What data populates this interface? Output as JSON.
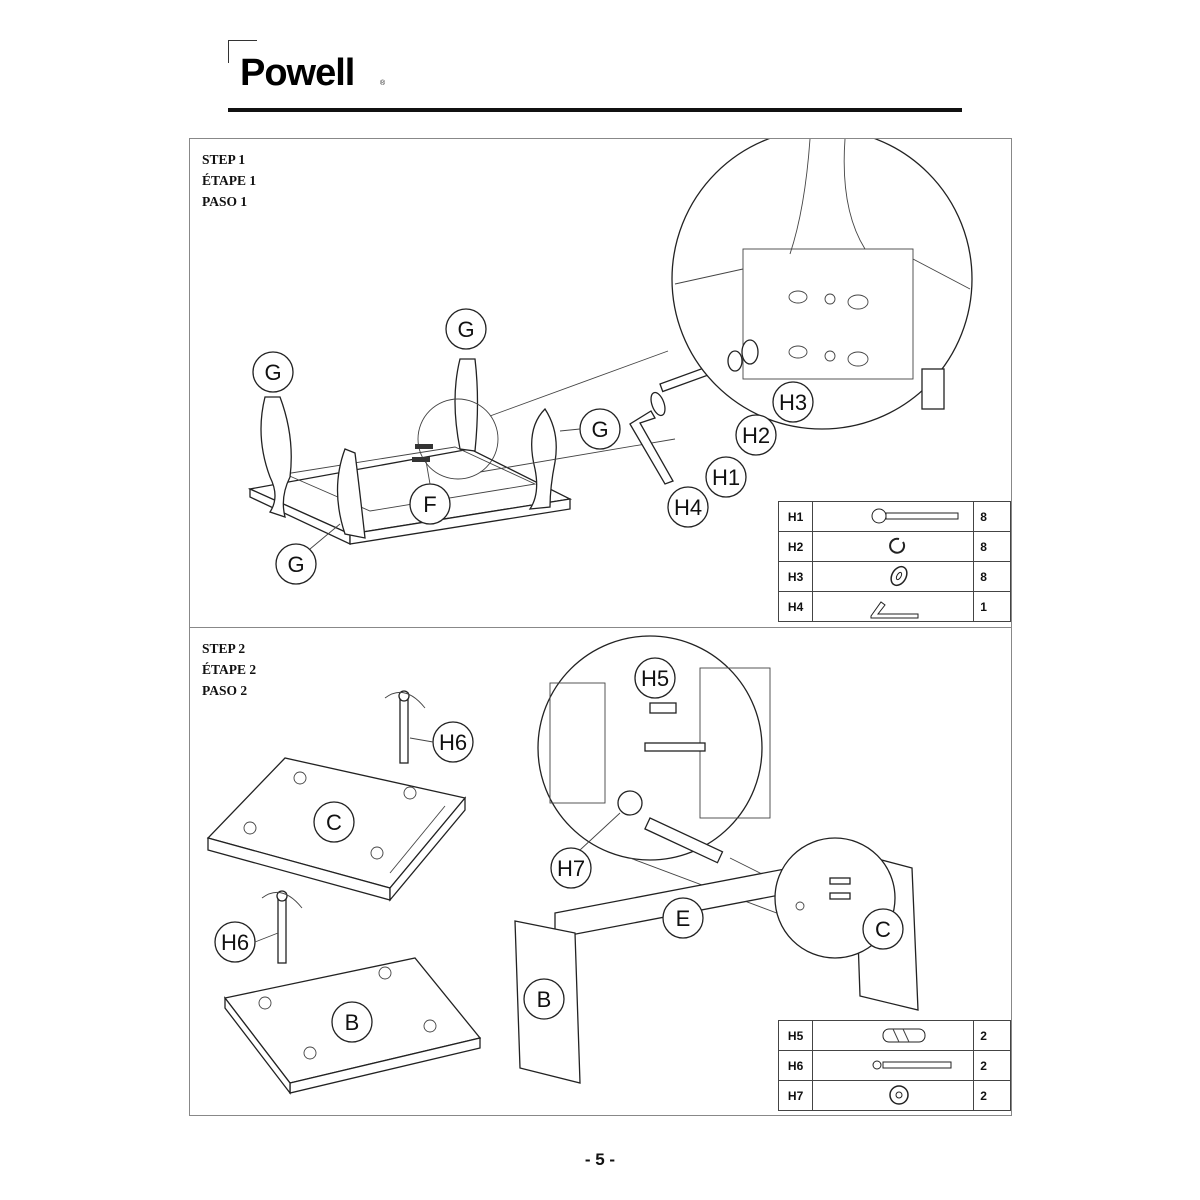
{
  "brand": {
    "name": "Powell",
    "registered_mark": "®"
  },
  "step1": {
    "titles": [
      "STEP 1",
      "ÉTAPE 1",
      "PASO 1"
    ],
    "labels": {
      "g": "G",
      "f": "F",
      "h1": "H1",
      "h2": "H2",
      "h3": "H3",
      "h4": "H4"
    },
    "hardware": [
      {
        "code": "H1",
        "qty": "8",
        "icon": "bolt-icon"
      },
      {
        "code": "H2",
        "qty": "8",
        "icon": "split-lock-washer-icon"
      },
      {
        "code": "H3",
        "qty": "8",
        "icon": "flat-washer-icon"
      },
      {
        "code": "H4",
        "qty": "1",
        "icon": "allen-wrench-icon"
      }
    ]
  },
  "step2": {
    "titles": [
      "STEP 2",
      "ÉTAPE 2",
      "PASO 2"
    ],
    "labels": {
      "h5": "H5",
      "h6": "H6",
      "h7": "H7",
      "b": "B",
      "c": "C",
      "e": "E"
    },
    "hardware": [
      {
        "code": "H5",
        "qty": "2",
        "icon": "wood-dowel-icon"
      },
      {
        "code": "H6",
        "qty": "2",
        "icon": "cam-bolt-icon"
      },
      {
        "code": "H7",
        "qty": "2",
        "icon": "cam-lock-icon"
      }
    ]
  },
  "page_number": "- 5 -"
}
